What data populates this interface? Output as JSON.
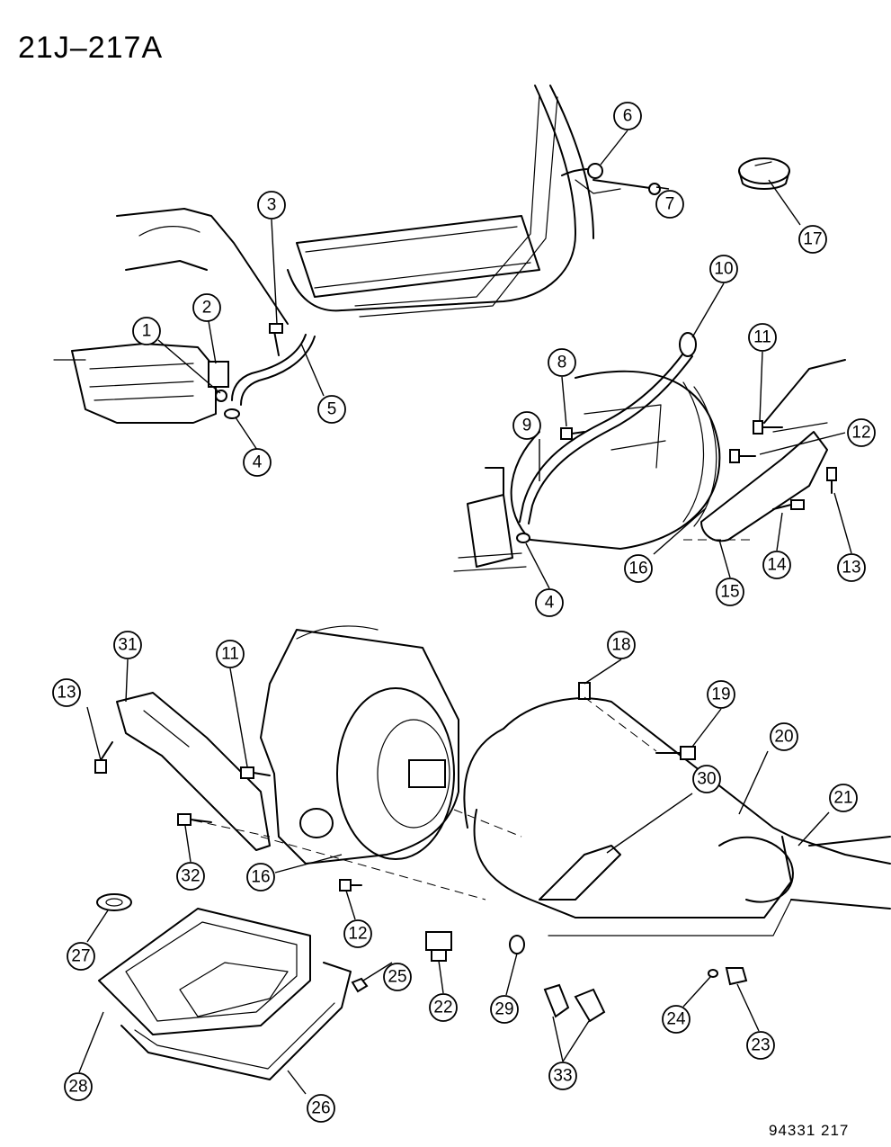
{
  "diagram_code": "21J–217A",
  "reference_code": "94331 217",
  "callouts": [
    {
      "label": "1"
    },
    {
      "label": "2"
    },
    {
      "label": "3"
    },
    {
      "label": "4"
    },
    {
      "label": "5"
    },
    {
      "label": "6"
    },
    {
      "label": "7"
    },
    {
      "label": "17"
    },
    {
      "label": "10"
    },
    {
      "label": "8"
    },
    {
      "label": "11"
    },
    {
      "label": "9"
    },
    {
      "label": "12"
    },
    {
      "label": "13"
    },
    {
      "label": "16"
    },
    {
      "label": "14"
    },
    {
      "label": "15"
    },
    {
      "label": "4"
    },
    {
      "label": "31"
    },
    {
      "label": "11"
    },
    {
      "label": "18"
    },
    {
      "label": "19"
    },
    {
      "label": "20"
    },
    {
      "label": "13"
    },
    {
      "label": "21"
    },
    {
      "label": "30"
    },
    {
      "label": "32"
    },
    {
      "label": "16"
    },
    {
      "label": "27"
    },
    {
      "label": "12"
    },
    {
      "label": "22"
    },
    {
      "label": "29"
    },
    {
      "label": "25"
    },
    {
      "label": "24"
    },
    {
      "label": "23"
    },
    {
      "label": "28"
    },
    {
      "label": "33"
    },
    {
      "label": "26"
    }
  ]
}
